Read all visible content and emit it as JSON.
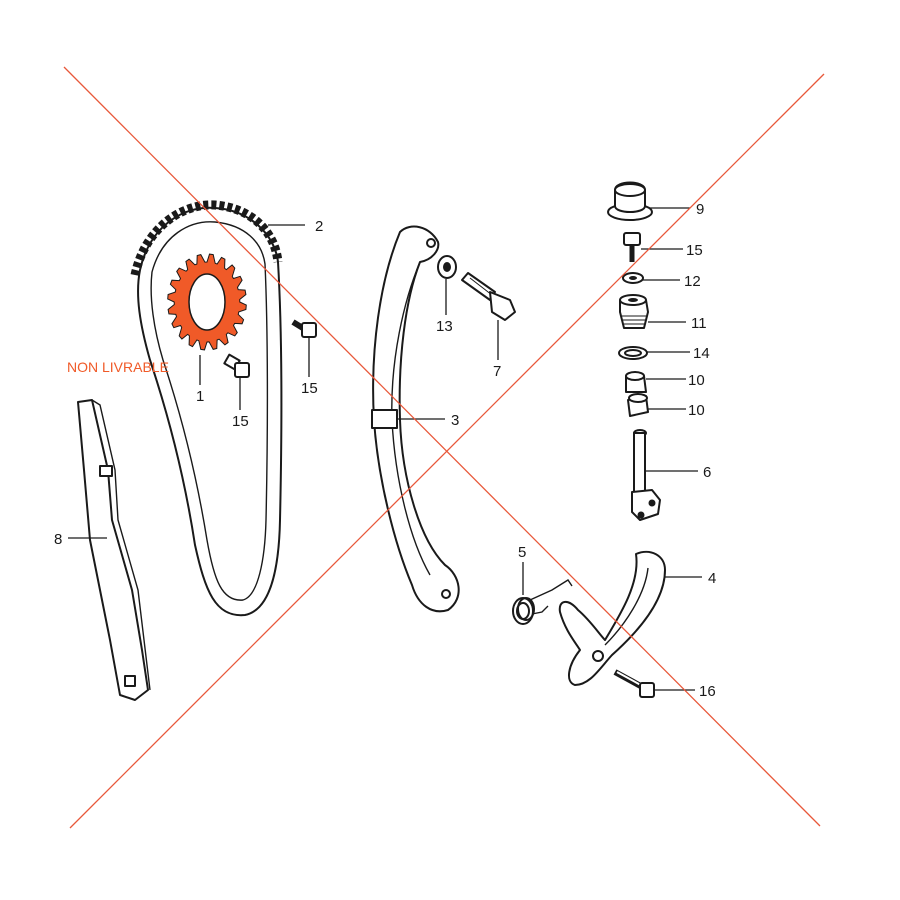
{
  "diagram": {
    "note": "NON LIVRABLE",
    "colors": {
      "highlight": "#f05a28",
      "cross": "#e8583a",
      "ink": "#1a1a1a"
    },
    "callouts": [
      {
        "id": "1",
        "text": "1"
      },
      {
        "id": "2",
        "text": "2"
      },
      {
        "id": "3",
        "text": "3"
      },
      {
        "id": "4",
        "text": "4"
      },
      {
        "id": "5",
        "text": "5"
      },
      {
        "id": "6",
        "text": "6"
      },
      {
        "id": "7",
        "text": "7"
      },
      {
        "id": "8",
        "text": "8"
      },
      {
        "id": "9",
        "text": "9"
      },
      {
        "id": "10a",
        "text": "10"
      },
      {
        "id": "10b",
        "text": "10"
      },
      {
        "id": "11",
        "text": "11"
      },
      {
        "id": "12",
        "text": "12"
      },
      {
        "id": "13",
        "text": "13"
      },
      {
        "id": "14",
        "text": "14"
      },
      {
        "id": "15a",
        "text": "15"
      },
      {
        "id": "15b",
        "text": "15"
      },
      {
        "id": "15c",
        "text": "15"
      },
      {
        "id": "16",
        "text": "16"
      }
    ]
  }
}
